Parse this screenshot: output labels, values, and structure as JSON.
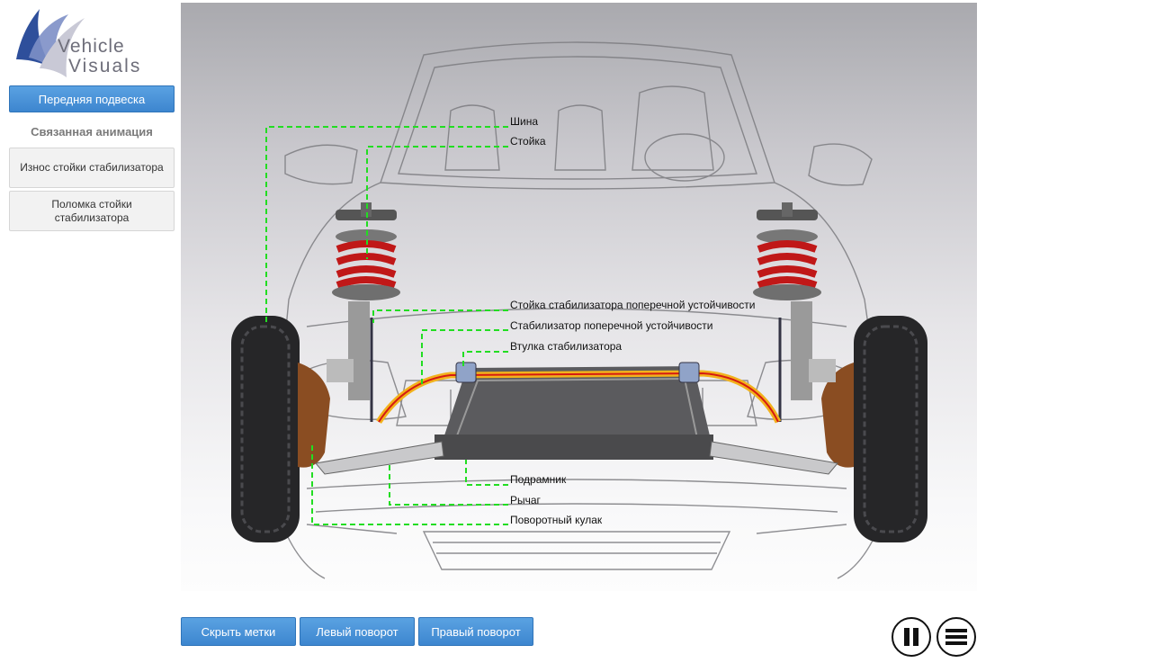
{
  "brand": {
    "line1": "Vehicle",
    "line2": "Visuals"
  },
  "sidebar": {
    "main_button": "Передняя подвеска",
    "related_heading": "Связанная анимация",
    "items": [
      {
        "label": "Износ стойки стабилизатора"
      },
      {
        "label": "Поломка стойки стабилизатора"
      }
    ]
  },
  "labels": {
    "tire": "Шина",
    "strut": "Стойка",
    "sway_link": "Стойка стабилизатора поперечной устойчивости",
    "sway_bar": "Стабилизатор поперечной устойчивости",
    "bushing": "Втулка стабилизатора",
    "subframe": "Подрамник",
    "arm": "Рычаг",
    "knuckle": "Поворотный кулак"
  },
  "controls": {
    "hide_labels": "Скрыть метки",
    "turn_left": "Левый поворот",
    "turn_right": "Правый поворот"
  },
  "icons": {
    "pause": "pause-icon",
    "menu": "menu-icon"
  },
  "colors": {
    "accent": "#3d86cf",
    "leader_line": "#22dd22",
    "spring": "#c01818",
    "sway_bar": "#f2b21c"
  }
}
